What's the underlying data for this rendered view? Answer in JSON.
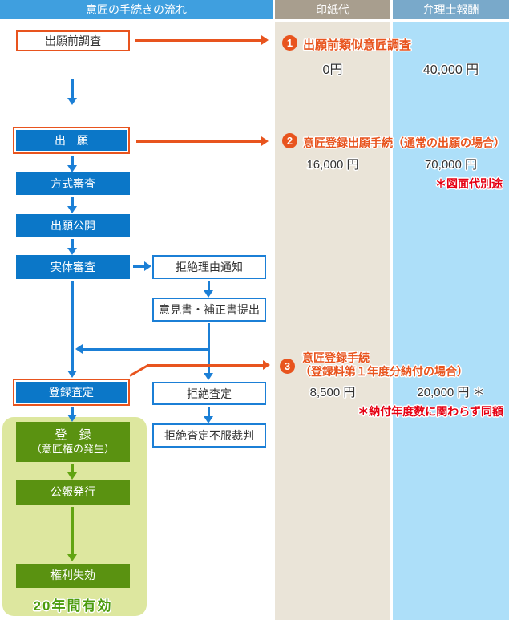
{
  "header": {
    "flow_title": "意匠の手続きの流れ",
    "stamp_fee_title": "印紙代",
    "attorney_fee_title": "弁理士報酬"
  },
  "flow": {
    "pre_search": "出願前調査",
    "application": "出　願",
    "formality_exam": "方式審査",
    "publication": "出願公開",
    "substantive_exam": "実体審査",
    "refusal_notice": "拒絶理由通知",
    "opinion_amendment": "意見書・補正書提出",
    "registration_decision": "登録査定",
    "refusal_decision": "拒絶査定",
    "refusal_appeal": "拒絶査定不服裁判",
    "registration_line1": "登　録",
    "registration_line2": "（意匠権の発生）",
    "gazette_issue": "公報発行",
    "right_expiry": "権利失効",
    "validity": "20年間有効"
  },
  "fees": {
    "rows": [
      {
        "number": "1",
        "title": "出願前類似意匠調査",
        "stamp": "0円",
        "attorney": "40,000 円"
      },
      {
        "number": "2",
        "title": "意匠登録出願手続（通常の出願の場合）",
        "stamp": "16,000 円",
        "attorney": "70,000 円",
        "note": "＊図面代別途"
      },
      {
        "number": "3",
        "title": "意匠登録手続",
        "title2": "（登録料第１年度分納付の場合）",
        "stamp": "8,500 円",
        "attorney": "20,000 円 ＊",
        "note": "＊納付年度数に関わらず同額"
      }
    ]
  },
  "colors": {
    "header_left_blue": "#3f9fdf",
    "header_mid_taupe": "#a89e8e",
    "header_right_steelblue": "#79a9ca",
    "column_mid_beige": "#eae4d8",
    "column_right_lightblue": "#addff9",
    "flow_box_blue": "#0b77c8",
    "arrow_blue": "#1b7fd6",
    "accent_orange": "#e8541e",
    "green_box": "#5a9211",
    "green_panel": "#dde79f",
    "green_arrow": "#61a411",
    "note_red": "#e60012",
    "validity_green": "#4c9c0d",
    "text_dark": "#333333"
  }
}
